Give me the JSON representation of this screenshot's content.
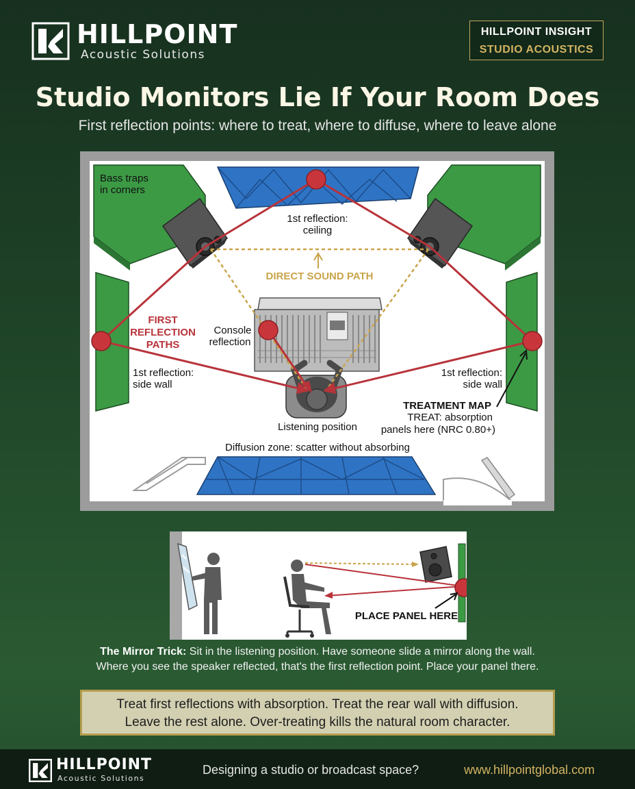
{
  "brand": {
    "name": "HILLPOINT",
    "tagline": "Acoustic Solutions"
  },
  "badge": {
    "line1": "HILLPOINT INSIGHT",
    "line2": "STUDIO ACOUSTICS"
  },
  "header": {
    "title": "Studio Monitors Lie If Your Room Does",
    "subtitle": "First reflection points: where to treat, where to diffuse, where to leave alone"
  },
  "room_diagram": {
    "bass_traps_line1": "Bass traps",
    "bass_traps_line2": "in corners",
    "ceiling_line1": "1st reflection:",
    "ceiling_line2": "ceiling",
    "direct_path": "DIRECT SOUND PATH",
    "first_reflection_line1": "FIRST",
    "first_reflection_line2": "REFLECTION",
    "first_reflection_line3": "PATHS",
    "console_line1": "Console",
    "console_line2": "reflection",
    "left_wall_line1": "1st reflection:",
    "left_wall_line2": "side wall",
    "right_wall_line1": "1st reflection:",
    "right_wall_line2": "side wall",
    "treatment_title": "TREATMENT MAP",
    "treatment_line1": "TREAT: absorption",
    "treatment_line2": "panels here (NRC 0.80+)",
    "listening_position": "Listening position",
    "diffusion_zone": "Diffusion zone: scatter without absorbing"
  },
  "side_view": {
    "panel_label": "PLACE PANEL HERE"
  },
  "mirror_trick": {
    "label": "The Mirror Trick:",
    "line1": " Sit in the listening position. Have someone slide a mirror along the wall.",
    "line2": "Where you see the speaker reflected, that's the first reflection point. Place your panel there."
  },
  "summary": {
    "line1": "Treat first reflections with absorption. Treat the rear wall with diffusion.",
    "line2": "Leave the rest alone. Over-treating kills the natural room character."
  },
  "footer": {
    "brand_name": "HILLPOINT",
    "brand_tagline": "Acoustic Solutions",
    "cta": "Designing a studio or broadcast space?",
    "url": "www.hillpointglobal.com"
  },
  "colors": {
    "absorber_green": "#3c9a45",
    "diffuser_blue": "#2f74c4",
    "reflection_red": "#b8333a",
    "direct_gold": "#c9a44a",
    "accent_gold": "#d4b462"
  }
}
